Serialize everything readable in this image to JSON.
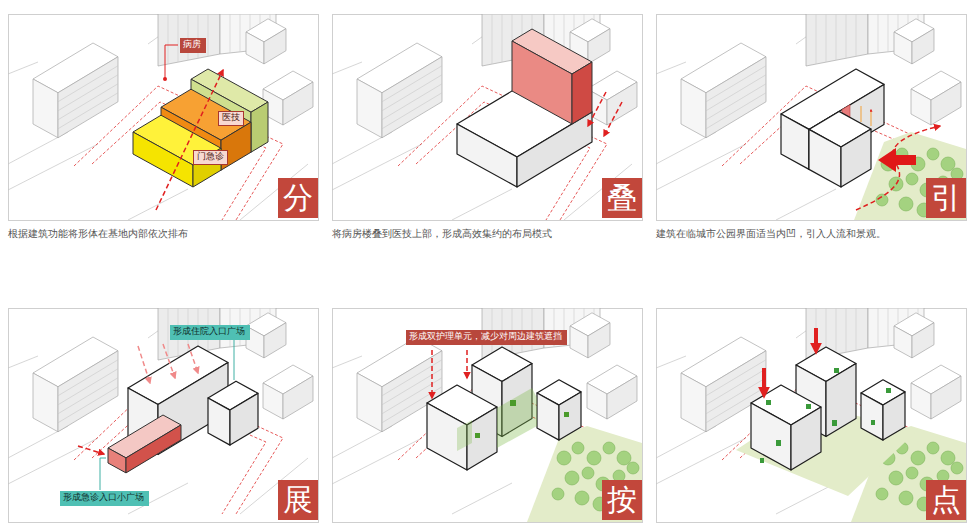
{
  "diagram": {
    "nodes": [
      {
        "text": [
          "病房"
        ]
      },
      {
        "text": [
          "医技"
        ]
      },
      {
        "text": [
          "门急诊"
        ]
      },
      {
        "text": [
          "分"
        ]
      },
      {
        "text": [
          "叠"
        ]
      },
      {
        "text": [
          "引"
        ]
      },
      {
        "text": [
          "形成住院入口广场"
        ]
      },
      {
        "text": [
          "形成急诊入口小广场"
        ]
      },
      {
        "text": [
          "展"
        ]
      },
      {
        "text": [
          "形成双护理单元，减少对周边建筑遮挡"
        ]
      },
      {
        "text": [
          "按"
        ]
      },
      {
        "text": [
          "点"
        ]
      }
    ],
    "labels": [
      "根据建筑功能将形体在基地内部依次排布",
      "将病房楼叠到医技上部，形成高效集约的布局模式",
      "建筑在临城市公园界面适当内凹，引入人流和景观。"
    ]
  }
}
